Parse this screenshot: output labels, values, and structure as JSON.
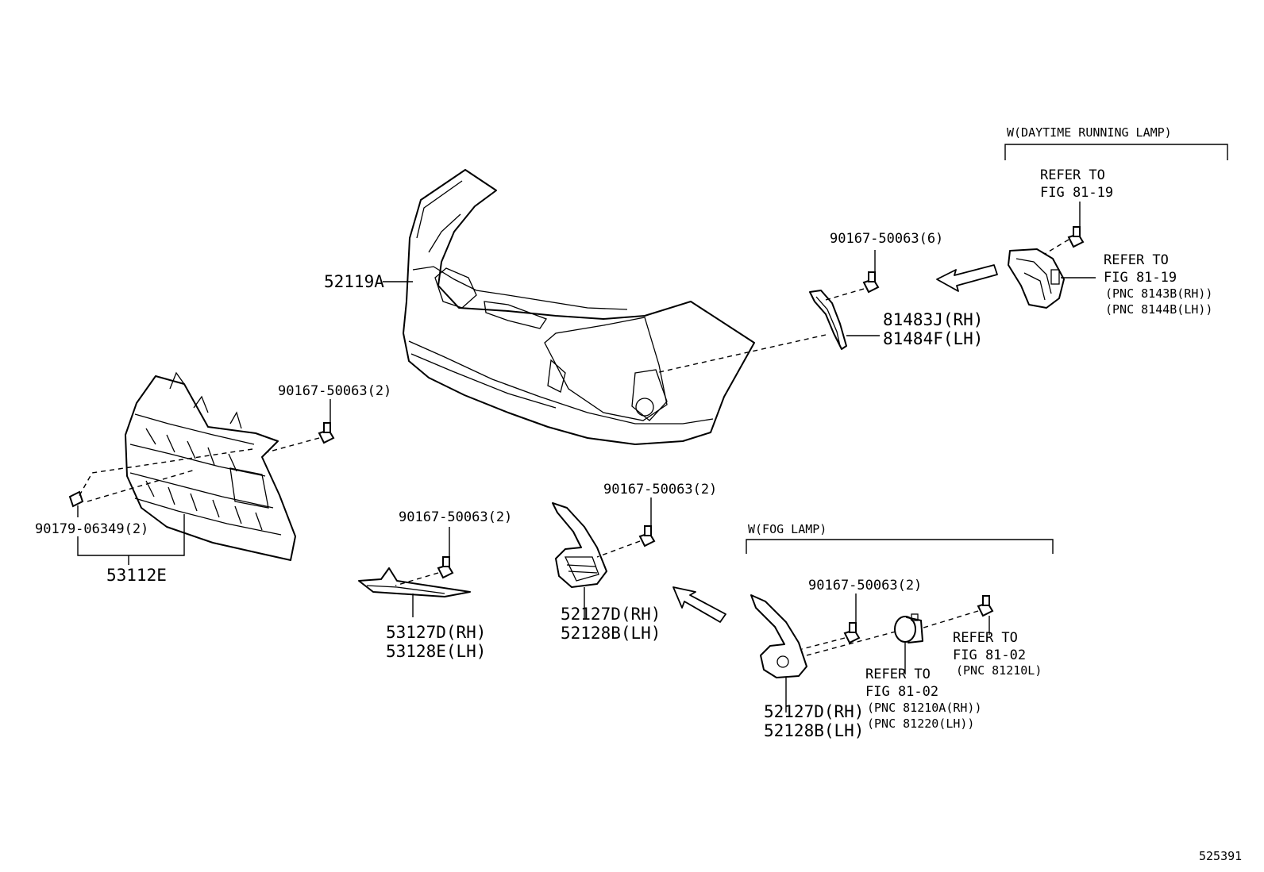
{
  "groups": {
    "daytime_running_lamp": "W(DAYTIME RUNNING LAMP)",
    "fog_lamp": "W(FOG LAMP)"
  },
  "labels": {
    "bumper_cover": "52119A",
    "grille": "53112E",
    "grille_clip": "90179-06349(2)",
    "grille_screw": "90167-50063(2)",
    "bumper_screw": "90167-50063(6)",
    "reflector_rh": "81483J(RH)",
    "reflector_lh": "81484F(LH)",
    "molding_screw": "90167-50063(2)",
    "molding_rh": "53127D(RH)",
    "molding_lh": "53128E(LH)",
    "fog_cover_screw": "90167-50063(2)",
    "fog_cover_rh": "52127D(RH)",
    "fog_cover_lh": "52128B(LH)",
    "fog_group_screw": "90167-50063(2)",
    "fog_group_cover_rh": "52127D(RH)",
    "fog_group_cover_lh": "52128B(LH)"
  },
  "refs": {
    "drl_bolt": {
      "line1": "REFER TO",
      "line2": "FIG 81-19"
    },
    "drl_lamp": {
      "line1": "REFER TO",
      "line2": "FIG 81-19",
      "pnc1": "(PNC 8143B(RH))",
      "pnc2": "(PNC 8144B(LH))"
    },
    "fog_bolt": {
      "line1": "REFER TO",
      "line2": "FIG 81-02",
      "pnc1": "(PNC 81210L)"
    },
    "fog_lamp": {
      "line1": "REFER TO",
      "line2": "FIG 81-02",
      "pnc1": "(PNC 81210A(RH))",
      "pnc2": "(PNC 81220(LH))"
    }
  },
  "diagram_id": "525391"
}
